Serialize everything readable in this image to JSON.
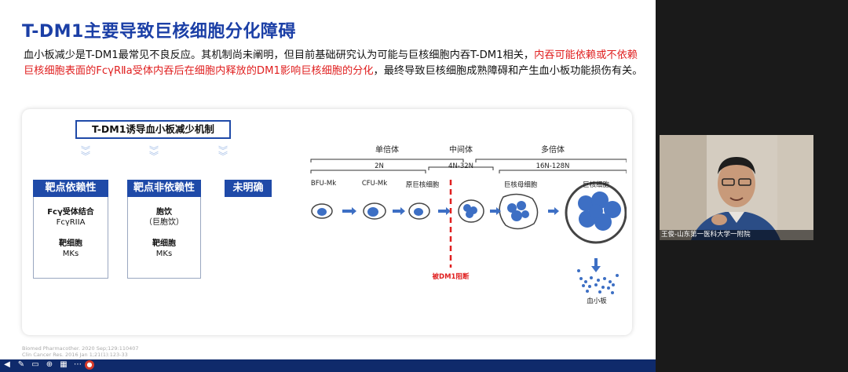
{
  "slide": {
    "title": "T-DM1主要导致巨核细胞分化障碍",
    "intro_part1": "血小板减少是T-DM1最常见不良反应。其机制尚未阐明，但目前基础研究认为可能与巨核细胞内吞T-DM1相关，",
    "intro_red": "内吞可能依赖或不依赖巨核细胞表面的FcγRⅡa受体内吞后在细胞内释放的DM1影响巨核细胞的分化",
    "intro_part2": "，最终导致巨核细胞成熟障碍和产生血小板功能损伤有关。",
    "mechanism_title": "T-DM1诱导血小板减少机制",
    "categories": [
      {
        "label": "靶点依赖性",
        "line1_bold": "Fcγ受体结合",
        "line2": "FcγRIIA",
        "line3_bold": "靶细胞",
        "line4": "MKs"
      },
      {
        "label": "靶点非依赖性",
        "line1_bold": "胞饮",
        "line2": "（巨胞饮）",
        "line3_bold": "靶细胞",
        "line4": "MKs"
      },
      {
        "label": "未明确"
      }
    ],
    "diagram": {
      "group_labels": [
        "单倍体",
        "中间体",
        "多倍体"
      ],
      "ploidy_labels": [
        "2N",
        "4N-32N",
        "16N-128N"
      ],
      "stage_labels": [
        "BFU-Mk",
        "CFU-Mk",
        "原巨核细胞",
        "巨核母细胞",
        "巨核细胞"
      ],
      "block_label": "被DM1阻断",
      "platelet_label": "血小板"
    },
    "references": [
      "Biomed Pharmacother. 2020 Sep;129:110407",
      "Clin Cancer Res. 2016 Jan 1;21(1):123-33"
    ]
  },
  "camera": {
    "name_label": "王俊-山东第一医科大学一附院"
  },
  "colors": {
    "title": "#1b3fa6",
    "accent_blue": "#1f4aa8",
    "red": "#e02020",
    "cell_blue": "#3d6fc4"
  }
}
